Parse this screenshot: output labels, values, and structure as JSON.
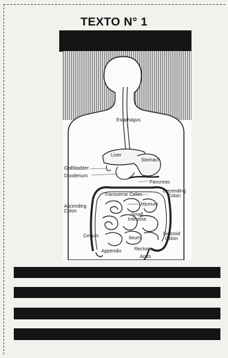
{
  "header": {
    "title": "TEXTO N° 1"
  },
  "diagram": {
    "labels": {
      "esophagus": "Esophagus",
      "liver": "Liver",
      "stomach": "Stomach",
      "gallbladder": "Gallbladder",
      "duodenum": "Duodenum",
      "pancreas": "Pancreas",
      "descending_colon_1": "Decending",
      "descending_colon_2": "Colon",
      "transverse_colon": "Transverse Colon",
      "jejunum": "Jejunum",
      "ascending_colon_1": "Ascending",
      "ascending_colon_2": "Colon",
      "small_intestine_1": "Small",
      "small_intestine_2": "Intestine",
      "cecum": "Cecum",
      "ileum": "Ileum",
      "sigmoid_colon_1": "Sigmoid",
      "sigmoid_colon_2": "Colon",
      "appendix": "Appendix",
      "rectum": "Rectum",
      "anus": "Anus"
    }
  },
  "colors": {
    "redaction": "#151515",
    "ink": "#222222",
    "paper": "#f2f1ee"
  }
}
